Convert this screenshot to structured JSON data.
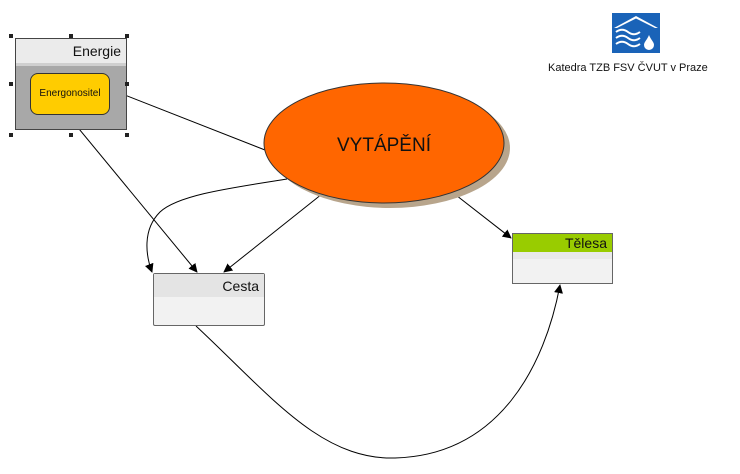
{
  "diagram": {
    "central_node": {
      "label": "VYTÁPĚNÍ",
      "fill": "#ff6600"
    },
    "nodes": {
      "energie": {
        "label": "Energie",
        "child_label": "Energonositel",
        "child_fill": "#ffcc00"
      },
      "cesta": {
        "label": "Cesta"
      },
      "telesa": {
        "label": "Tělesa",
        "header_fill": "#99cc00"
      }
    }
  },
  "organization": {
    "label": "Katedra TZB FSV ČVUT v Praze",
    "logo_color": "#1a63b8"
  }
}
